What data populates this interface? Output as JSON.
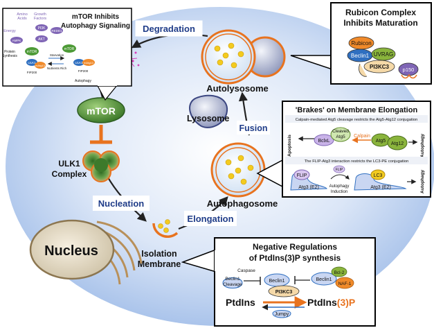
{
  "stages": {
    "degradation": "Degradation",
    "autolysosome": "Autolysosome",
    "lysosome": "Lysosome",
    "fusion": "Fusion",
    "autophagosome": "Autophagosome",
    "elongation": "Elongation",
    "nucleation": "Nucleation",
    "isolation_membrane_l1": "Isolation",
    "isolation_membrane_l2": "Membrane",
    "nucleus": "Nucleus",
    "mtor": "mTOR",
    "ulk1_complex_l1": "ULK1",
    "ulk1_complex_l2": "Complex"
  },
  "mtor_panel": {
    "title_l1": "mTOR Inhibits",
    "title_l2": "Autophagy Signaling",
    "amino_acids_l1": "Amino",
    "amino_acids_l2": "Acids",
    "growth_factors_l1": "Growth",
    "growth_factors_l2": "Factors",
    "energy": "Energy",
    "pi3k": "PI3K",
    "reds": "REDD1",
    "akt": "AKT",
    "ampk": "AMPK",
    "mtor_node": "mTOR",
    "mtor_node2": "mTOR",
    "protein_synthesis_l1": "Protein",
    "protein_synthesis_l2": "Synthesis",
    "starvation": "Starvation",
    "nutrients_rich": "Nutrients Rich",
    "ulk1": "ULK1",
    "matg13": "mAtg13",
    "fip200": "FIP200",
    "ulk1_b": "ULK1",
    "matg13_b": "mAtg13",
    "fip200_b": "FIP200",
    "autophagy": "Autophagy"
  },
  "rubicon_panel": {
    "title_l1": "Rubicon Complex",
    "title_l2": "Inhibits Maturation",
    "rubicon": "Rubicon",
    "beclin1": "Beclin1",
    "uvrag": "UVRAG",
    "pi3kc3": "PI3KC3",
    "p150": "p150"
  },
  "brakes_panel": {
    "title": "'Brakes' on Membrane Elongation",
    "calpain_caption": "Calpain-mediated Atg5 cleavage restricts the Atg5-Atg12 conjugation",
    "apoptosis": "Apoptosis",
    "bclxl": "BclxL",
    "cleaved_l1": "Cleaved",
    "cleaved_l2": "Atg5",
    "calpain": "Calpain",
    "atg5": "Atg5",
    "atg12": "Atg12",
    "autophagy_1": "Autophagy",
    "flip_caption": "The FLIP-Atg3 interaction restricts the LC3-PE conjugation",
    "flip": "FLIP",
    "atg3_e2": "Atg3 (E2)",
    "flip_small": "FLIP",
    "autophagy_induction_l1": "Autophagy",
    "autophagy_induction_l2": "Induction",
    "lc3": "LC3",
    "atg3_e2_b": "Atg3 (E2)",
    "autophagy_2": "Autophagy"
  },
  "ptdins_panel": {
    "title_l1": "Negative Regulations",
    "title_l2": "of PtdIns(3)P synthesis",
    "caspase": "Caspase",
    "beclin1_cleavage_l1": "Beclin1",
    "beclin1_cleavage_l2": "Cleavage",
    "beclin1": "Beclin1",
    "pi3kc3": "PI3KC3",
    "beclin1_b": "Beclin1",
    "bcl2": "Bcl-2",
    "naf1": "NAF-1",
    "ptdins": "PtdIns",
    "ptdins3p_base": "PtdIns",
    "ptdins3p_suffix": "(3)P",
    "jumpy": "Jumpy"
  },
  "colors": {
    "background_disc": "#b8cff0",
    "panel_border": "#000000",
    "title_blue": "#1f3c88",
    "accent_orange": "#e8731f",
    "vesicle_dot": "#f3cb1f",
    "protein_blue": "#2f6fc0",
    "protein_green": "#8ab43c",
    "protein_purple": "#7f65b5",
    "protein_orange": "#f08a2a"
  }
}
